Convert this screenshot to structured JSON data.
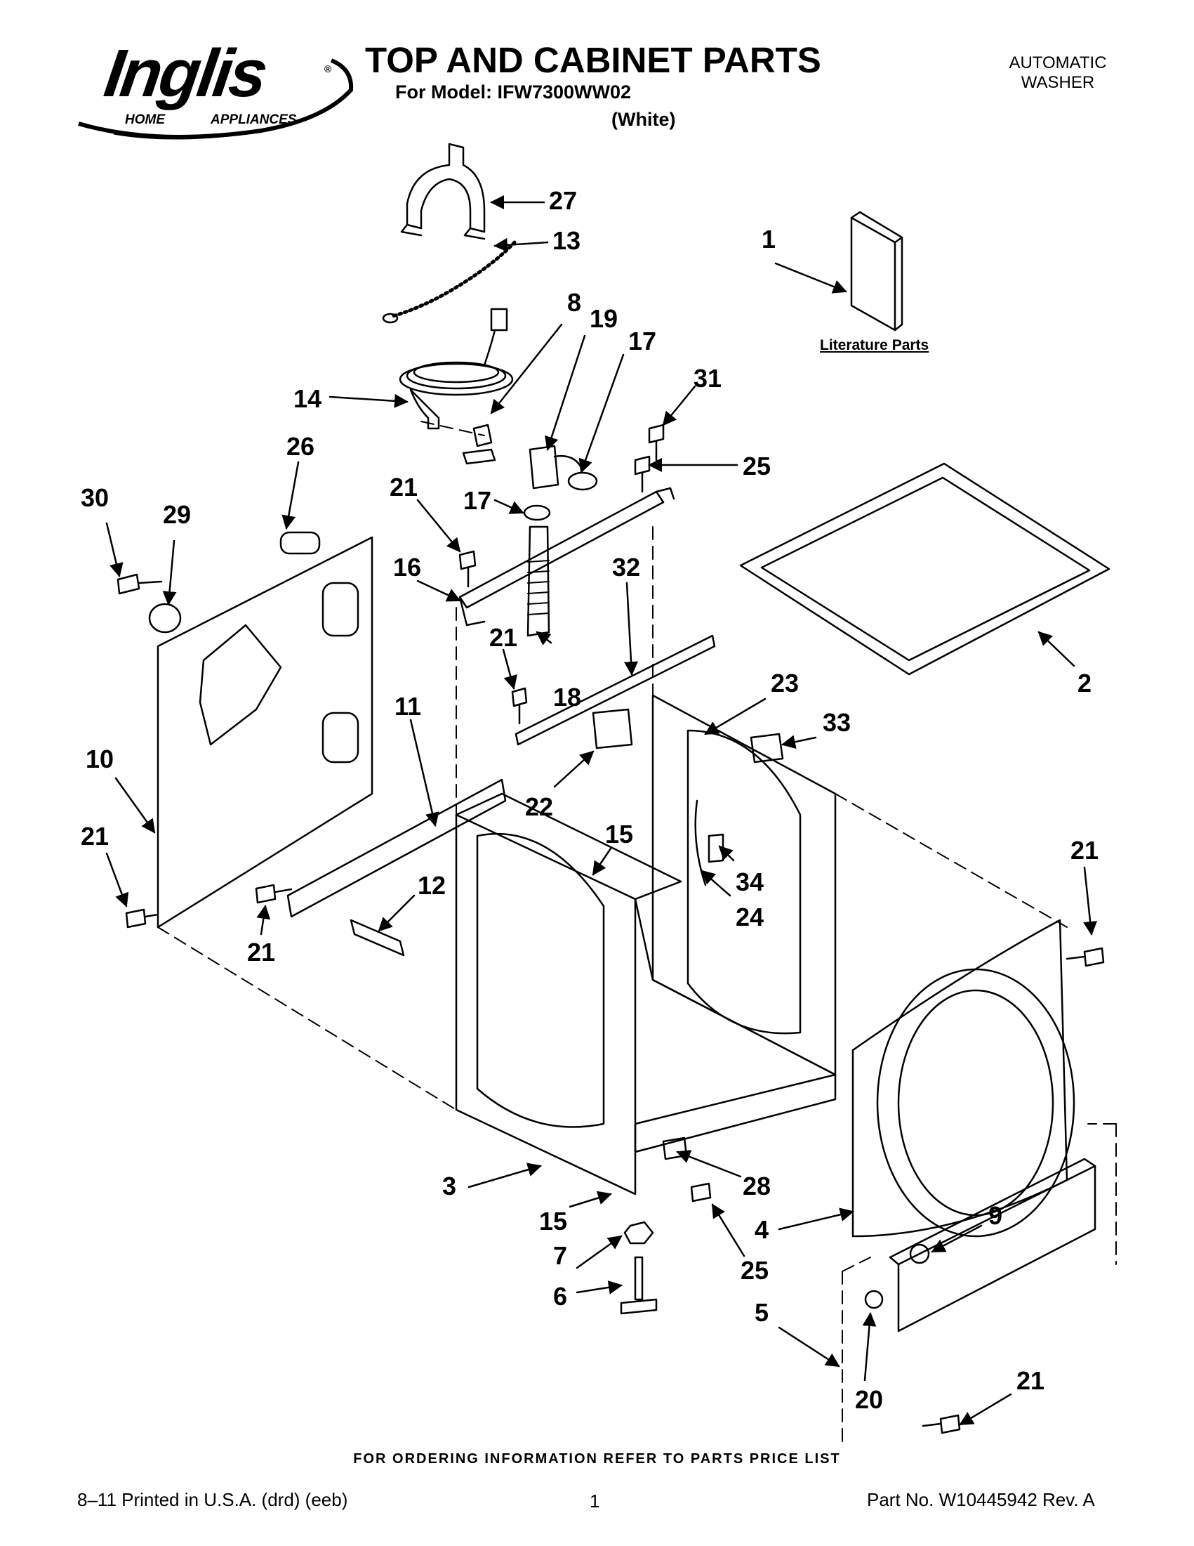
{
  "header": {
    "brand": "Inglis",
    "brand_sub_left": "HOME",
    "brand_sub_right": "APPLIANCES",
    "registered": "®",
    "title": "TOP AND CABINET PARTS",
    "model_line": "For Model: IFW7300WW02",
    "color_line": "(White)",
    "doc_type_line1": "AUTOMATIC",
    "doc_type_line2": "WASHER"
  },
  "diagram": {
    "literature_label": "Literature Parts",
    "callouts": [
      "27",
      "13",
      "1",
      "8",
      "19",
      "17",
      "14",
      "31",
      "26",
      "25",
      "30",
      "29",
      "21",
      "17",
      "16",
      "32",
      "21",
      "18",
      "2",
      "23",
      "11",
      "33",
      "10",
      "22",
      "15",
      "21",
      "34",
      "24",
      "21",
      "12",
      "21",
      "3",
      "28",
      "15",
      "25",
      "4",
      "9",
      "7",
      "6",
      "5",
      "21",
      "20"
    ]
  },
  "footer": {
    "ordering_note": "FOR ORDERING INFORMATION REFER TO PARTS PRICE LIST",
    "print_info": "8–11 Printed in U.S.A. (drd) (eeb)",
    "page_number": "1",
    "part_number": "Part No. W10445942 Rev. A"
  },
  "colors": {
    "ink": "#000000",
    "paper": "#ffffff"
  }
}
